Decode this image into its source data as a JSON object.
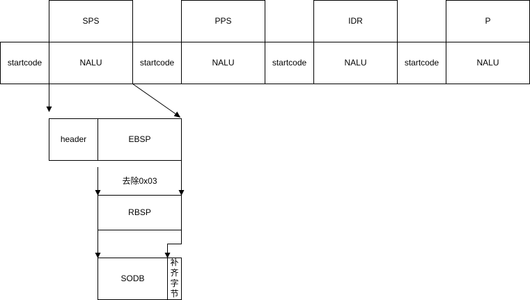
{
  "stream": {
    "types": [
      "SPS",
      "PPS",
      "IDR",
      "P"
    ],
    "startcode": "startcode",
    "nalu": "NALU"
  },
  "nalu_detail": {
    "header": "header",
    "ebsp": "EBSP",
    "remove_label": "去除0x03",
    "rbsp": "RBSP",
    "sodb": "SODB",
    "padding_label": [
      "补",
      "齐",
      "字",
      "节"
    ]
  },
  "colors": {
    "stroke": "#000000",
    "fill": "#ffffff",
    "text": "#000000"
  }
}
